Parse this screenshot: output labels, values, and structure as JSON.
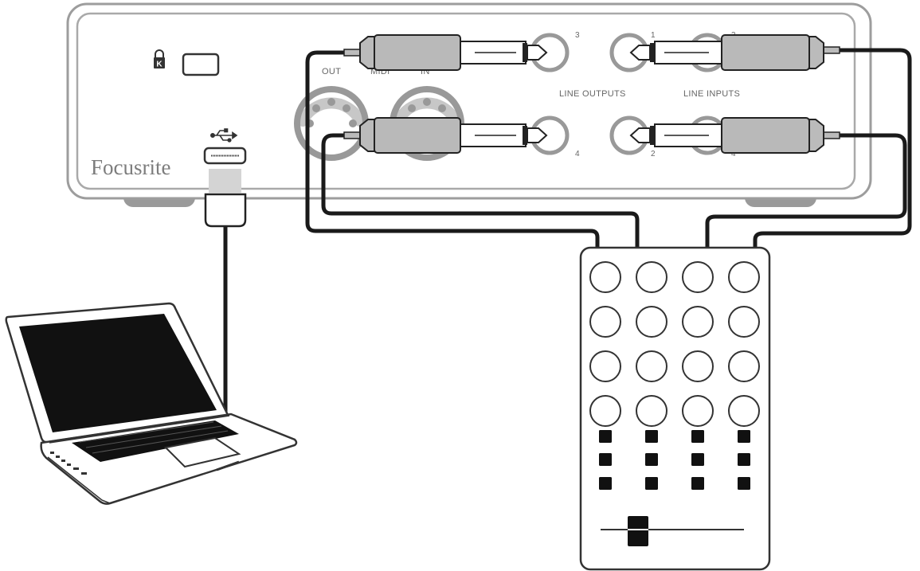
{
  "diagram": {
    "brand": "Focusrite",
    "rear_panel": {
      "kensington_glyph": "K",
      "midi_out_label": "OUT",
      "midi_label": "MIDI",
      "midi_in_label": "IN",
      "line_outputs_label": "LINE OUTPUTS",
      "line_inputs_label": "LINE INPUTS",
      "output_jack_numbers": [
        "3",
        "4"
      ],
      "input_jack_numbers": [
        "1",
        "2",
        "3",
        "4"
      ]
    },
    "usb_symbol_icon": "usb-symbol-icon",
    "controller": {
      "pad_rows": 4,
      "pad_cols": 4,
      "button_rows": 3,
      "button_cols": 4
    }
  }
}
